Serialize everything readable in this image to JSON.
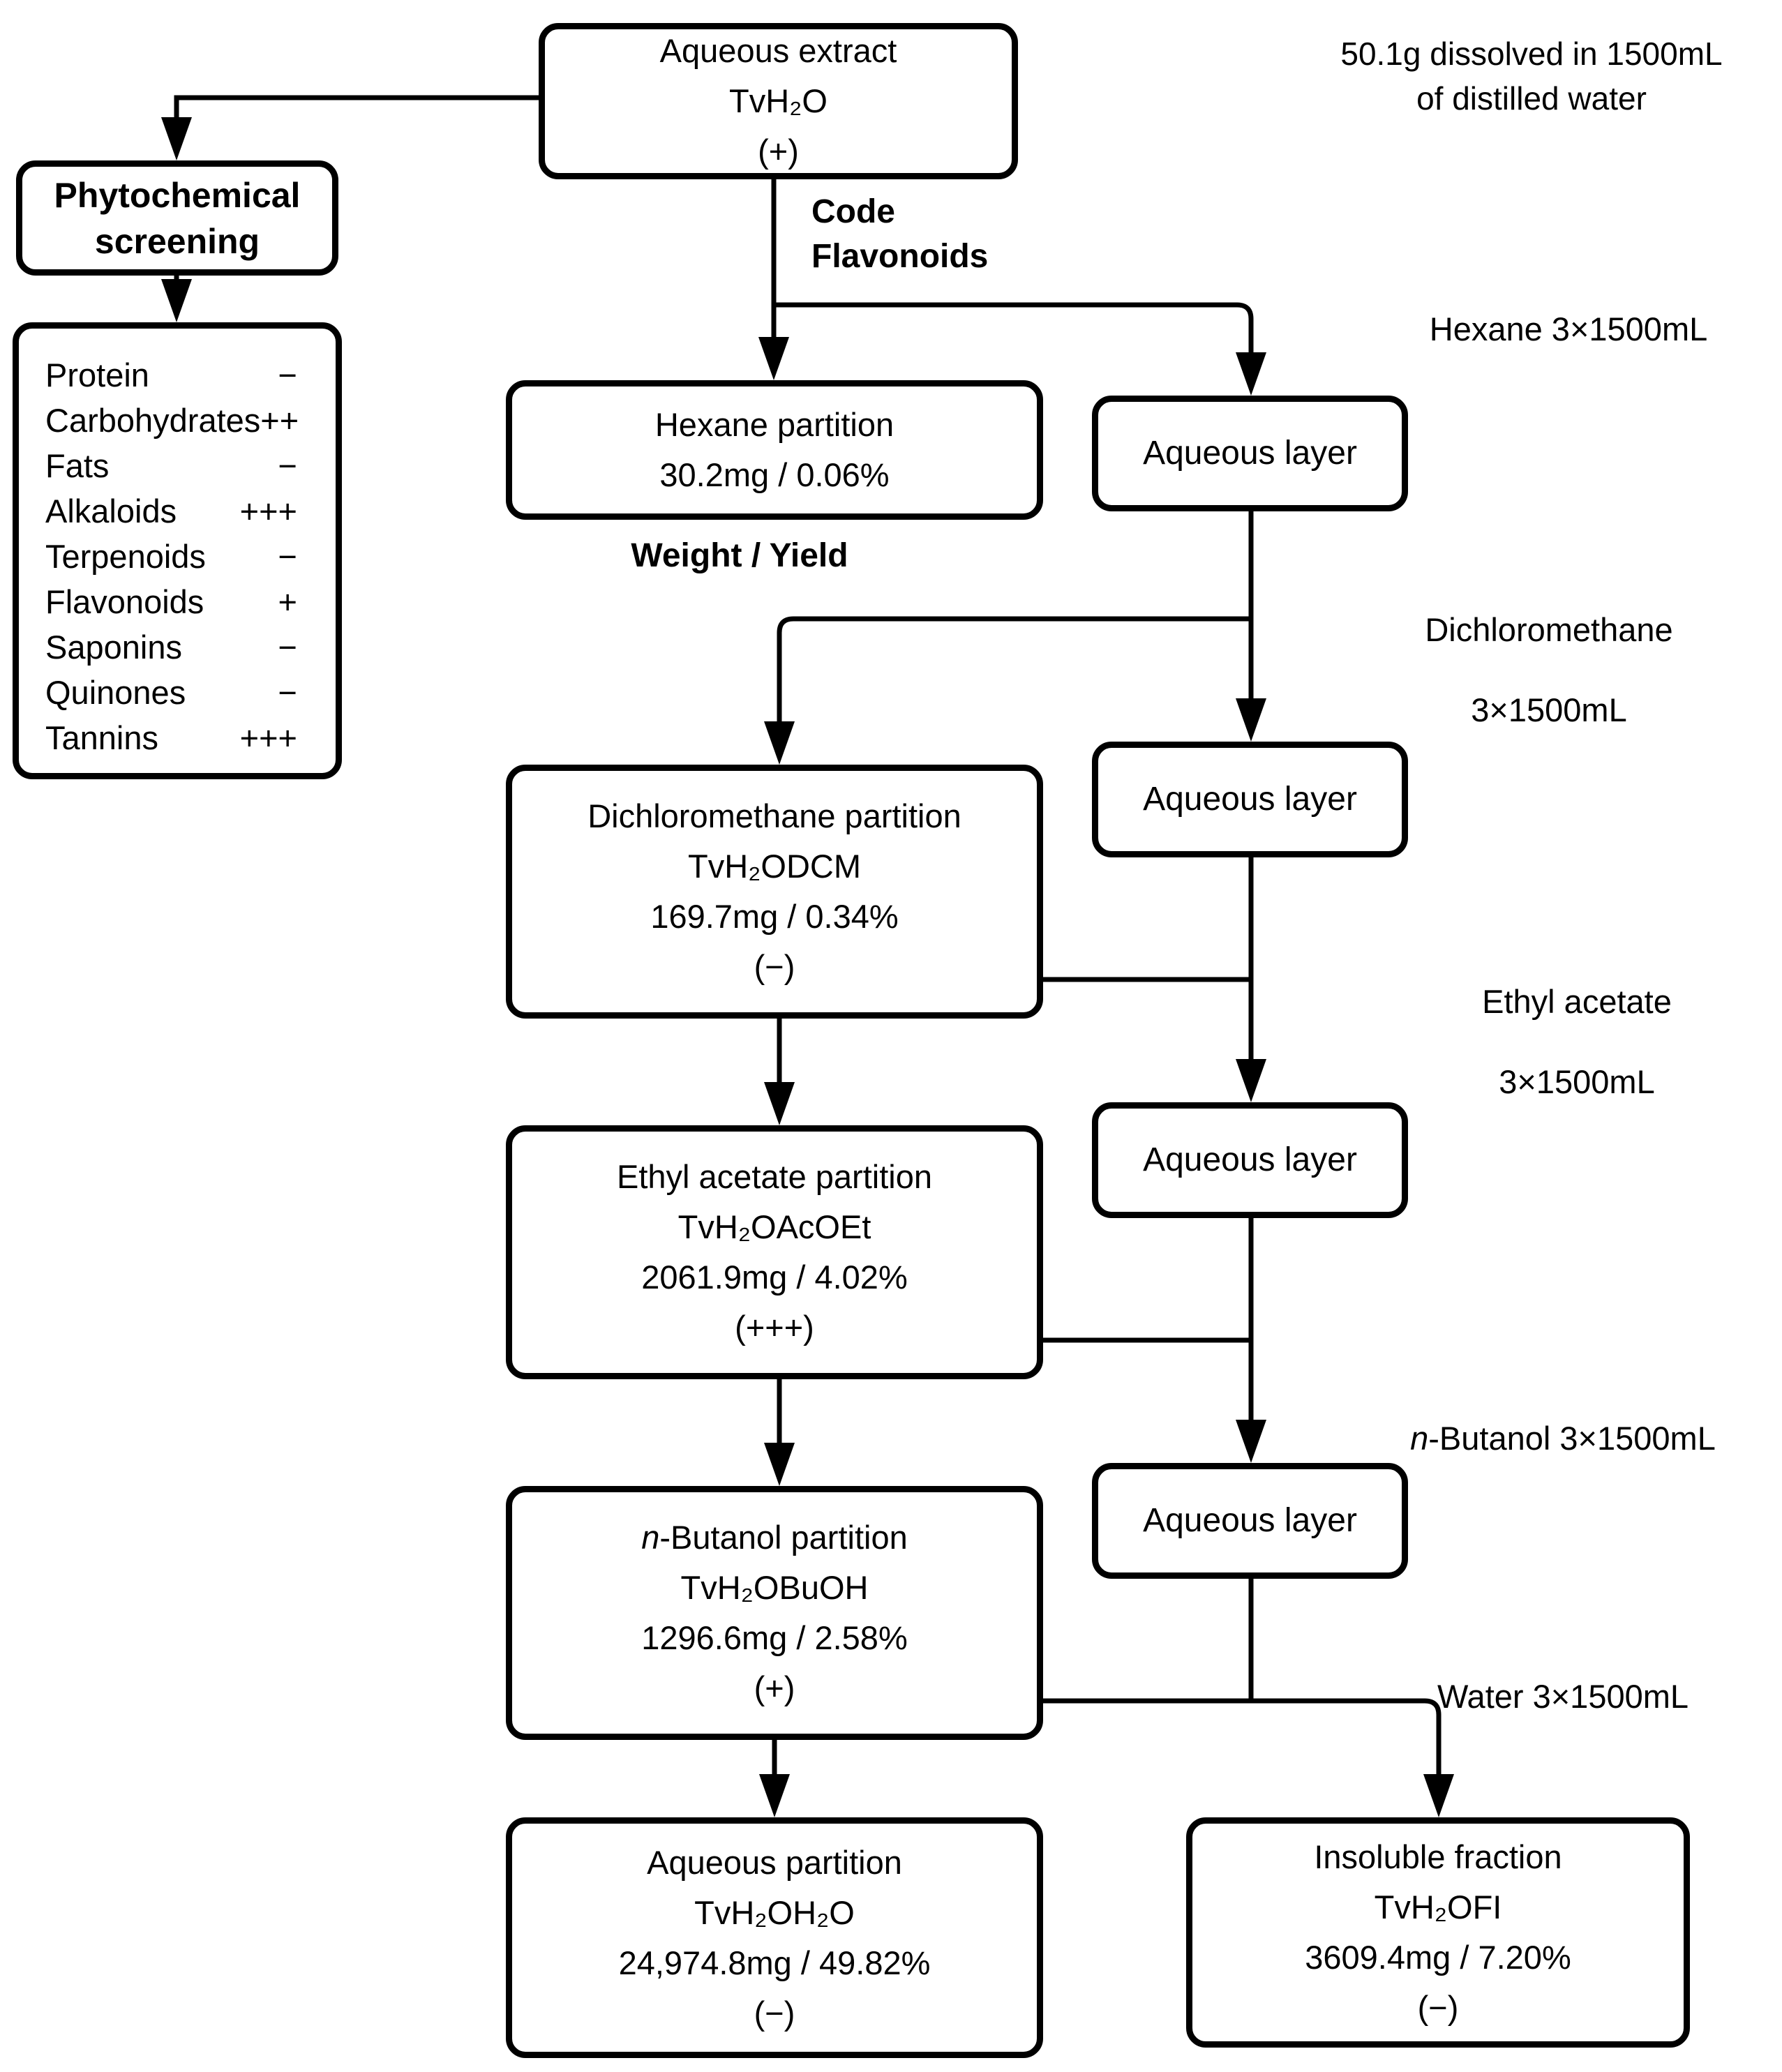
{
  "note": {
    "line1": "50.1g dissolved in 1500mL",
    "line2": "of distilled water"
  },
  "code": {
    "line1": "Code",
    "line2": "Flavonoids"
  },
  "weight_yield": "Weight / Yield",
  "solvents": {
    "hexane": "Hexane 3×1500mL",
    "dcm_line1": "Dichloromethane",
    "dcm_line2": "3×1500mL",
    "ea_line1": "Ethyl acetate",
    "ea_line2": "3×1500mL",
    "nb_italic": "n",
    "nb_rest": "-Butanol 3×1500mL",
    "water": "Water 3×1500mL"
  },
  "extract": {
    "line1": "Aqueous extract",
    "line2": "TvH₂O",
    "line3": "(+)"
  },
  "phyto": {
    "line1": "Phytochemical",
    "line2": "screening"
  },
  "screening": {
    "items": [
      {
        "label": "Protein",
        "value": "−"
      },
      {
        "label": "Carbohydrates",
        "value": "++"
      },
      {
        "label": "Fats",
        "value": "−"
      },
      {
        "label": "Alkaloids",
        "value": "+++"
      },
      {
        "label": "Terpenoids",
        "value": "−"
      },
      {
        "label": "Flavonoids",
        "value": "+"
      },
      {
        "label": "Saponins",
        "value": "−"
      },
      {
        "label": "Quinones",
        "value": "−"
      },
      {
        "label": "Tannins",
        "value": "+++"
      }
    ]
  },
  "hexane": {
    "line1": "Hexane partition",
    "line2": "30.2mg / 0.06%"
  },
  "aqueous_layer": "Aqueous layer",
  "dcm": {
    "line1": "Dichloromethane partition",
    "line2": "TvH₂ODCM",
    "line3": "169.7mg / 0.34%",
    "line4": "(−)"
  },
  "ea": {
    "line1": "Ethyl acetate partition",
    "line2": "TvH₂OAcOEt",
    "line3": "2061.9mg / 4.02%",
    "line4": "(+++)"
  },
  "nb": {
    "line1_italic": "n",
    "line1_rest": "-Butanol partition",
    "line2": "TvH₂OBuOH",
    "line3": "1296.6mg / 2.58%",
    "line4": "(+)"
  },
  "aqp": {
    "line1": "Aqueous partition",
    "line2": "TvH₂OH₂O",
    "line3": "24,974.8mg / 49.82%",
    "line4": "(−)"
  },
  "insol": {
    "line1": "Insoluble fraction",
    "line2": "TvH₂OFI",
    "line3": "3609.4mg / 7.20%",
    "line4": "(−)"
  }
}
